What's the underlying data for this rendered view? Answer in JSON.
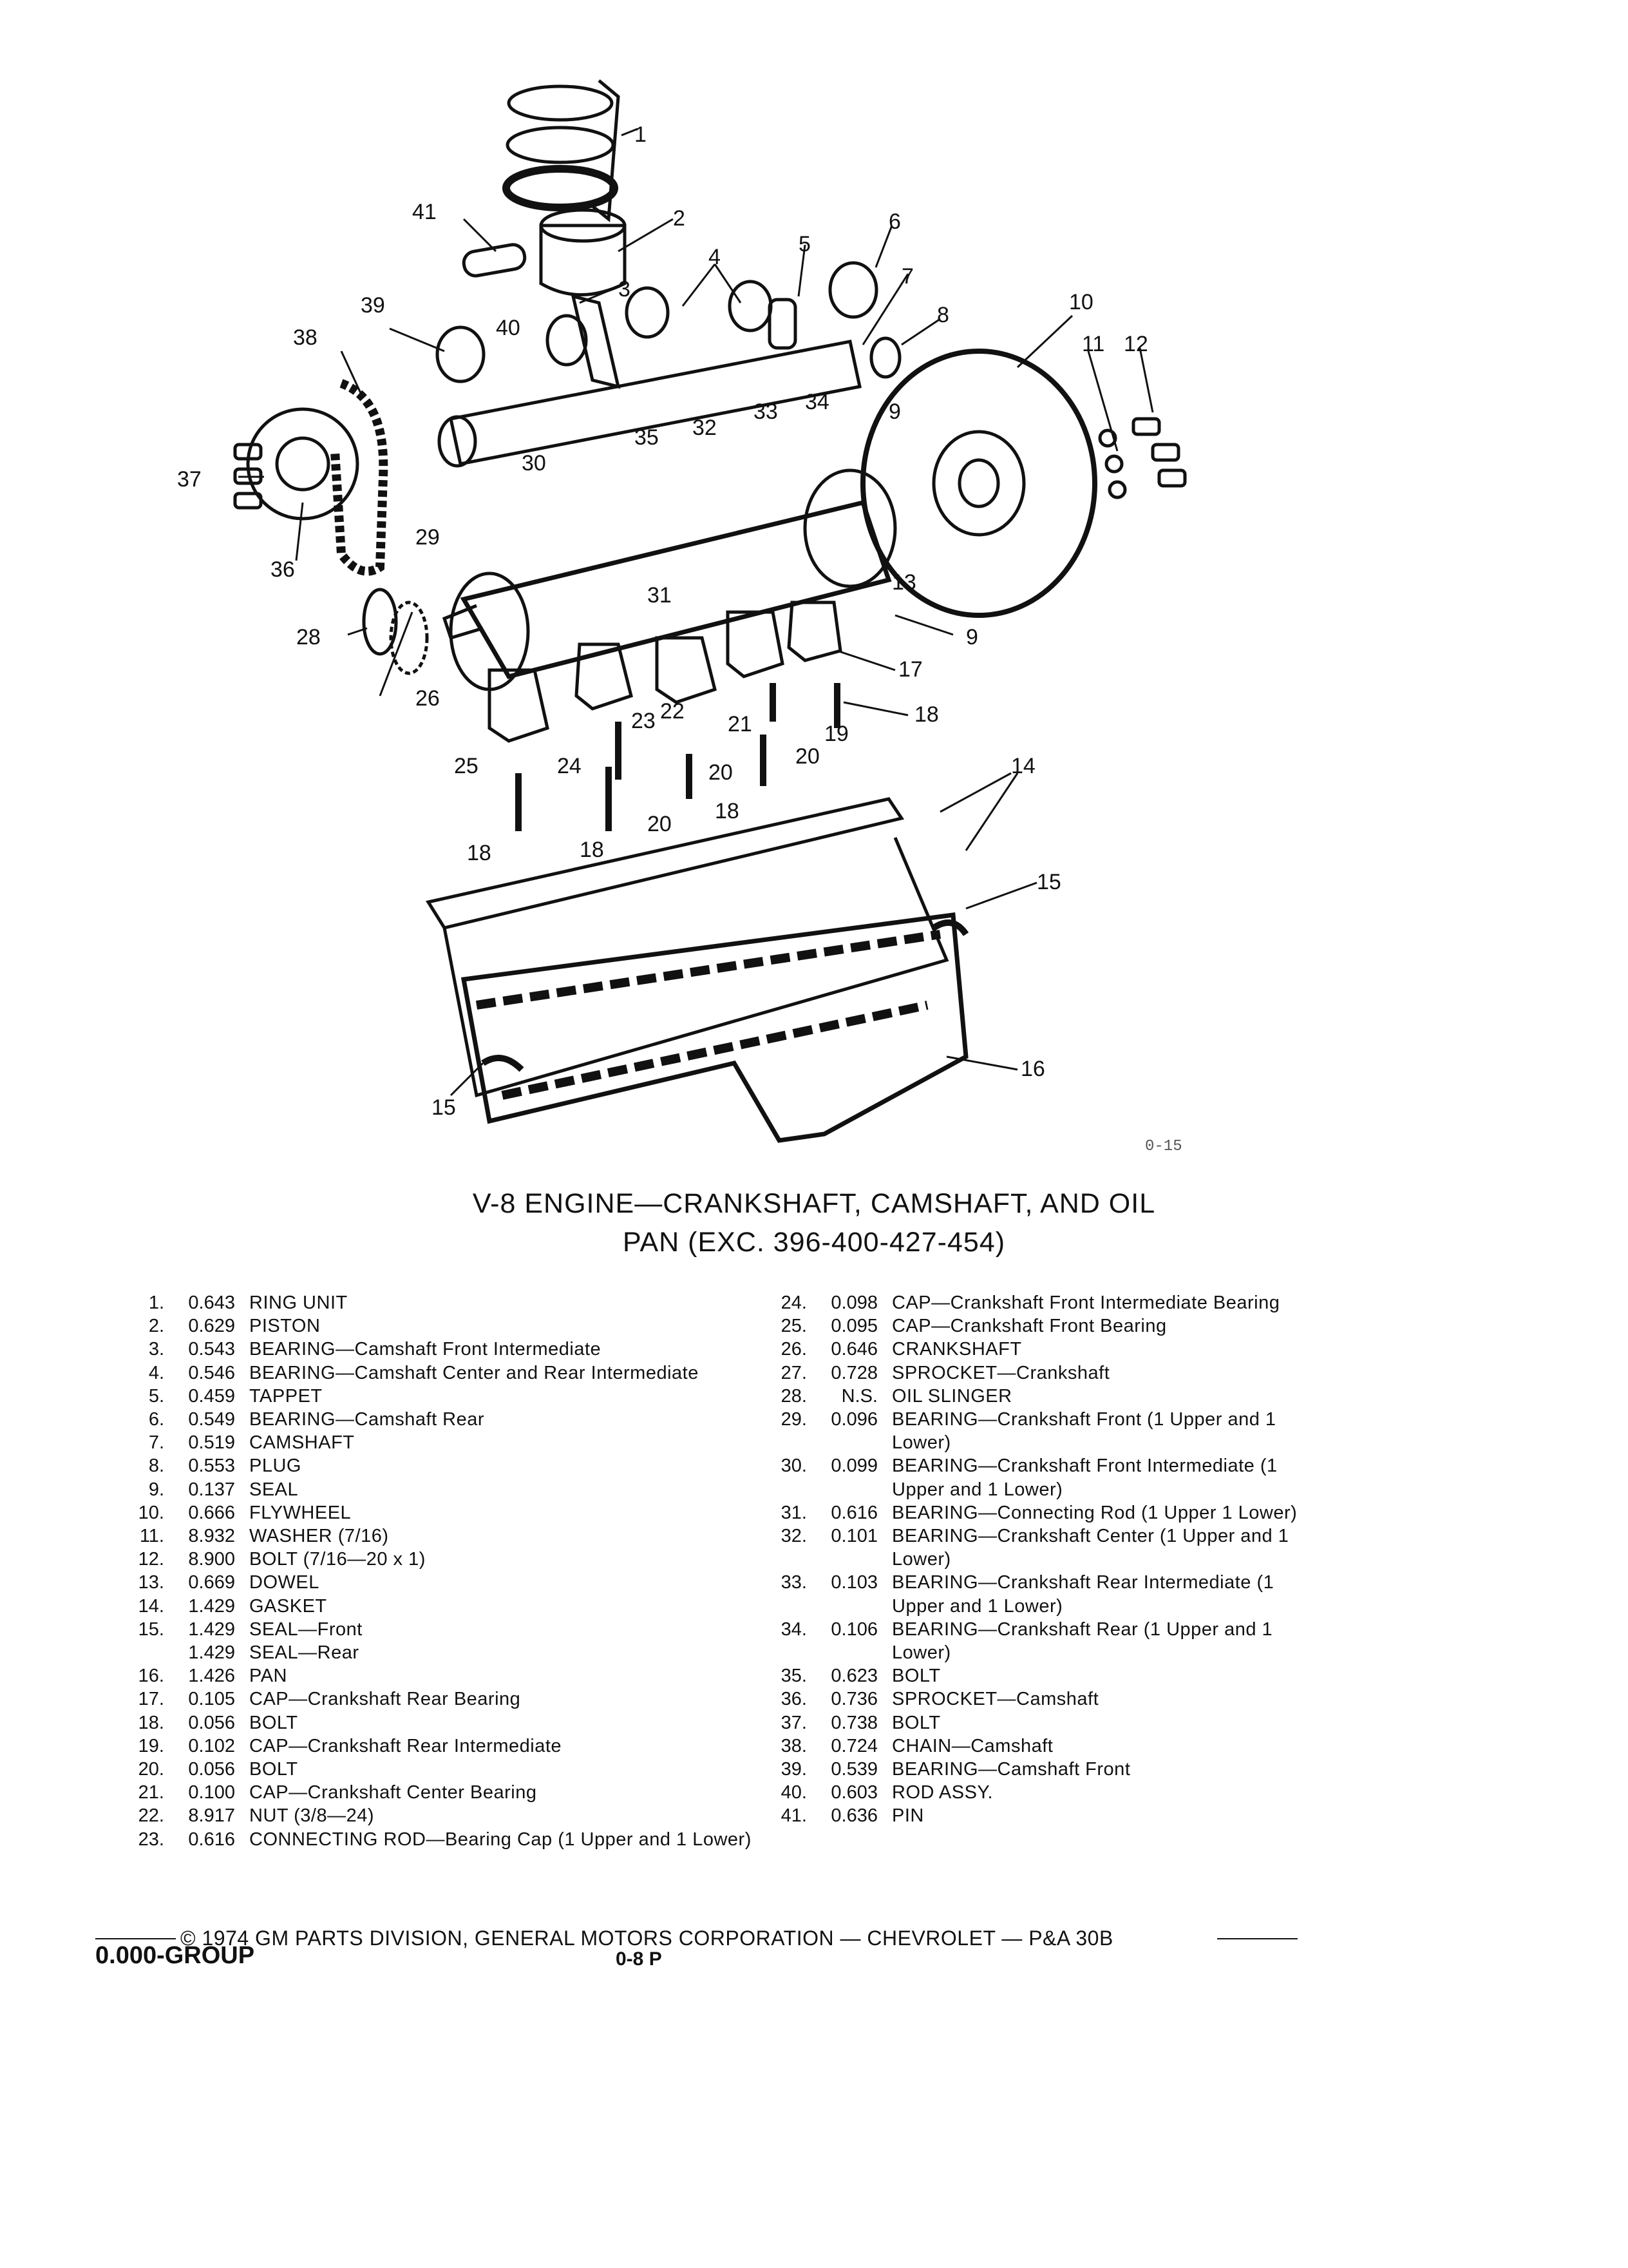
{
  "figure": {
    "code": "0-15",
    "callouts": [
      "1",
      "2",
      "3",
      "4",
      "5",
      "6",
      "7",
      "8",
      "9",
      "10",
      "11",
      "12",
      "13",
      "14",
      "15",
      "16",
      "17",
      "18",
      "19",
      "20",
      "21",
      "22",
      "23",
      "24",
      "25",
      "26",
      "28",
      "29",
      "30",
      "31",
      "32",
      "33",
      "34",
      "35",
      "36",
      "37",
      "38",
      "39",
      "40",
      "41"
    ]
  },
  "title": {
    "line1": "V-8 ENGINE—CRANKSHAFT, CAMSHAFT, AND OIL",
    "line2": "PAN (EXC. 396-400-427-454)"
  },
  "parts_left": [
    {
      "num": "1.",
      "code": "0.643",
      "desc": "RING UNIT"
    },
    {
      "num": "2.",
      "code": "0.629",
      "desc": "PISTON"
    },
    {
      "num": "3.",
      "code": "0.543",
      "desc": "BEARING—Camshaft Front Intermediate"
    },
    {
      "num": "4.",
      "code": "0.546",
      "desc": "BEARING—Camshaft Center and Rear Intermediate"
    },
    {
      "num": "5.",
      "code": "0.459",
      "desc": "TAPPET"
    },
    {
      "num": "6.",
      "code": "0.549",
      "desc": "BEARING—Camshaft Rear"
    },
    {
      "num": "7.",
      "code": "0.519",
      "desc": "CAMSHAFT"
    },
    {
      "num": "8.",
      "code": "0.553",
      "desc": "PLUG"
    },
    {
      "num": "9.",
      "code": "0.137",
      "desc": "SEAL"
    },
    {
      "num": "10.",
      "code": "0.666",
      "desc": "FLYWHEEL"
    },
    {
      "num": "11.",
      "code": "8.932",
      "desc": "WASHER (7/16)"
    },
    {
      "num": "12.",
      "code": "8.900",
      "desc": "BOLT (7/16—20 x 1)"
    },
    {
      "num": "13.",
      "code": "0.669",
      "desc": "DOWEL"
    },
    {
      "num": "14.",
      "code": "1.429",
      "desc": "GASKET"
    },
    {
      "num": "15.",
      "code": "1.429",
      "desc": "SEAL—Front"
    },
    {
      "num": "",
      "code": "1.429",
      "desc": "SEAL—Rear"
    },
    {
      "num": "16.",
      "code": "1.426",
      "desc": "PAN"
    },
    {
      "num": "17.",
      "code": "0.105",
      "desc": "CAP—Crankshaft Rear Bearing"
    },
    {
      "num": "18.",
      "code": "0.056",
      "desc": "BOLT"
    },
    {
      "num": "19.",
      "code": "0.102",
      "desc": "CAP—Crankshaft Rear Intermediate"
    },
    {
      "num": "20.",
      "code": "0.056",
      "desc": "BOLT"
    },
    {
      "num": "21.",
      "code": "0.100",
      "desc": "CAP—Crankshaft Center Bearing"
    },
    {
      "num": "22.",
      "code": "8.917",
      "desc": "NUT (3/8—24)"
    },
    {
      "num": "23.",
      "code": "0.616",
      "desc": "CONNECTING ROD—Bearing Cap (1 Upper and 1 Lower)"
    }
  ],
  "parts_right": [
    {
      "num": "24.",
      "code": "0.098",
      "desc": "CAP—Crankshaft Front Intermediate Bearing"
    },
    {
      "num": "25.",
      "code": "0.095",
      "desc": "CAP—Crankshaft Front Bearing"
    },
    {
      "num": "26.",
      "code": "0.646",
      "desc": "CRANKSHAFT"
    },
    {
      "num": "27.",
      "code": "0.728",
      "desc": "SPROCKET—Crankshaft"
    },
    {
      "num": "28.",
      "code": "N.S.",
      "desc": "OIL SLINGER"
    },
    {
      "num": "29.",
      "code": "0.096",
      "desc": "BEARING—Crankshaft Front (1 Upper and 1 Lower)"
    },
    {
      "num": "30.",
      "code": "0.099",
      "desc": "BEARING—Crankshaft Front Intermediate (1 Upper and 1 Lower)"
    },
    {
      "num": "31.",
      "code": "0.616",
      "desc": "BEARING—Connecting Rod (1 Upper 1 Lower)"
    },
    {
      "num": "32.",
      "code": "0.101",
      "desc": "BEARING—Crankshaft Center (1 Upper and 1 Lower)"
    },
    {
      "num": "33.",
      "code": "0.103",
      "desc": "BEARING—Crankshaft Rear Intermediate (1 Upper and 1 Lower)"
    },
    {
      "num": "34.",
      "code": "0.106",
      "desc": "BEARING—Crankshaft Rear (1 Upper and 1 Lower)"
    },
    {
      "num": "35.",
      "code": "0.623",
      "desc": "BOLT"
    },
    {
      "num": "36.",
      "code": "0.736",
      "desc": "SPROCKET—Camshaft"
    },
    {
      "num": "37.",
      "code": "0.738",
      "desc": "BOLT"
    },
    {
      "num": "38.",
      "code": "0.724",
      "desc": "CHAIN—Camshaft"
    },
    {
      "num": "39.",
      "code": "0.539",
      "desc": "BEARING—Camshaft Front"
    },
    {
      "num": "40.",
      "code": "0.603",
      "desc": "ROD ASSY."
    },
    {
      "num": "41.",
      "code": "0.636",
      "desc": "PIN"
    }
  ],
  "footer": {
    "copyright": "© 1974 GM PARTS DIVISION, GENERAL MOTORS CORPORATION — CHEVROLET — P&A 30B",
    "group": "0.000-GROUP",
    "page": "0-8 P"
  }
}
